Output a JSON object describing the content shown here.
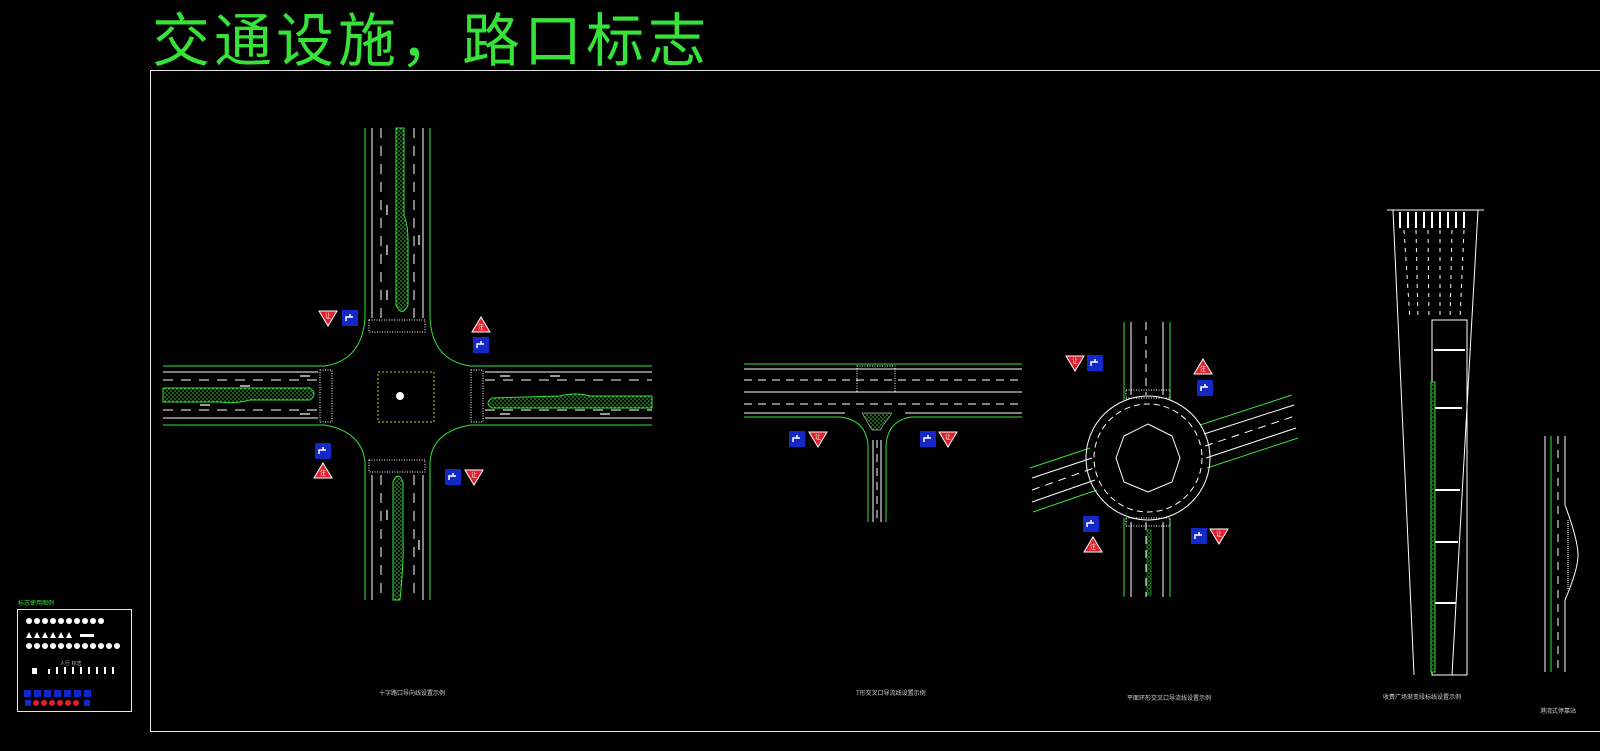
{
  "page": {
    "title": "交通设施，路口标志",
    "legend_title": "标志使用图例"
  },
  "colors": {
    "background": "#000000",
    "title": "#37e23a",
    "road_edge": "#37e23a",
    "marking": "#ffffff",
    "median": "#2fd62f",
    "sign_blue": "#1428c8",
    "sign_red": "#e0202a",
    "frame": "#e6e6e6"
  },
  "drawings": [
    {
      "name": "four-way-intersection",
      "caption": "十字路口导向线设置示例"
    },
    {
      "name": "t-intersection",
      "caption": "T形交叉口导流线设置示例"
    },
    {
      "name": "roundabout",
      "caption": "平面环形交叉口导流线设置示例"
    },
    {
      "name": "toll-plaza-taper",
      "caption": "收费广场渐变段标线设置示例"
    },
    {
      "name": "bus-bay",
      "caption": "港湾式停靠站"
    }
  ],
  "legend": {
    "row_label": "人行 标志"
  }
}
